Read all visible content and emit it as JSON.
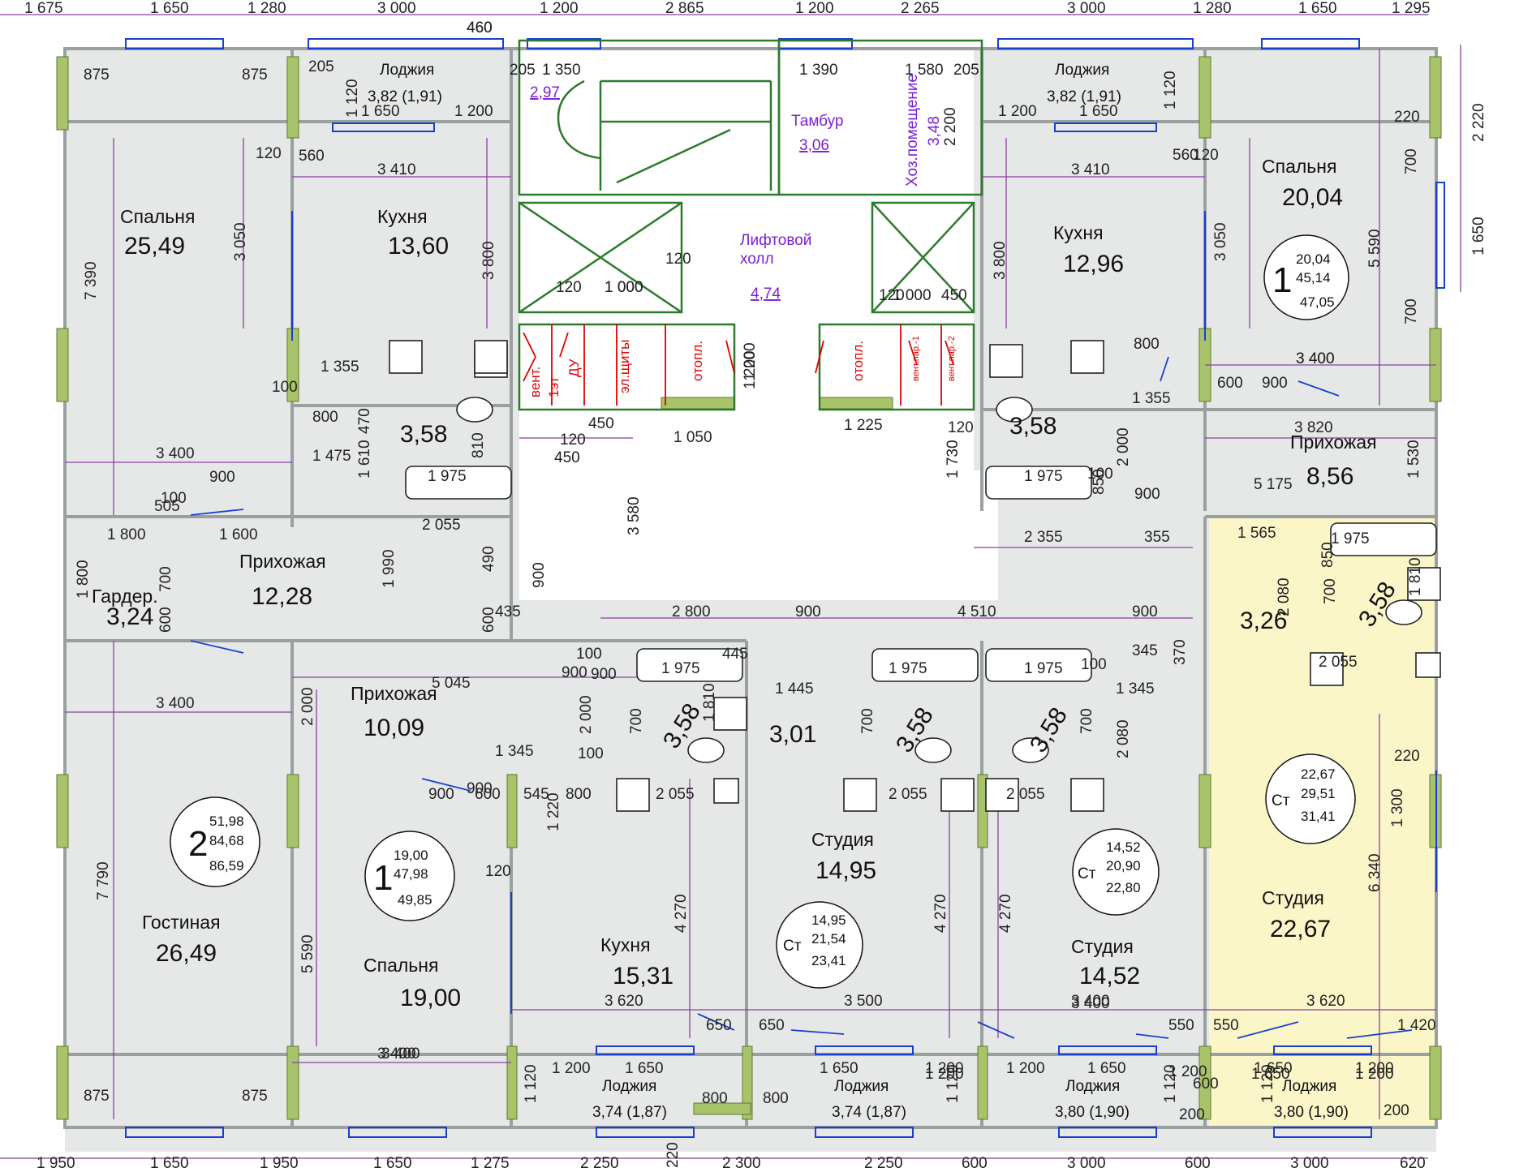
{
  "top_dims": [
    "1 675",
    "1 650",
    "1 280",
    "3 000",
    "460",
    "1 200",
    "2 865",
    "1 200",
    "2 265",
    "3 000",
    "1 280",
    "1 650",
    "1 295"
  ],
  "bottom_dims": [
    "1 950",
    "1 650",
    "1 950",
    "1 650",
    "1 275",
    "2 250",
    "2 300",
    "2 250",
    "600",
    "3 000",
    "600",
    "3 000",
    "620"
  ],
  "right_dims": [
    "2 220",
    "1 650"
  ],
  "rooms": {
    "bedroom_a": {
      "name": "Спальня",
      "area": "25,49"
    },
    "kitchen_a": {
      "name": "Кухня",
      "area": "13,60"
    },
    "loggia_a": {
      "name": "Лоджия",
      "area": "3,82 (1,91)"
    },
    "bath_a": {
      "area": "3,58"
    },
    "hall_a": {
      "name": "Прихожая",
      "area": "12,28"
    },
    "wardrobe": {
      "name": "Гардер.",
      "area": "3,24"
    },
    "hall_b": {
      "name": "Прихожая",
      "area": "10,09"
    },
    "living_b": {
      "name": "Гостиная",
      "area": "26,49"
    },
    "bedroom_b": {
      "name": "Спальня",
      "area": "19,00"
    },
    "kitchen_b": {
      "name": "Кухня",
      "area": "15,31"
    },
    "bath_b": {
      "area": "3,58"
    },
    "loggia_b": {
      "name": "Лоджия",
      "area": "3,74 (1,87)"
    },
    "studio_c": {
      "name": "Студия",
      "area": "14,95"
    },
    "hall_c": {
      "area": "3,01"
    },
    "bath_c": {
      "area": "3,58"
    },
    "loggia_c": {
      "name": "Лоджия",
      "area": "3,74 (1,87)"
    },
    "studio_d": {
      "name": "Студия",
      "area": "14,52"
    },
    "bath_d": {
      "area": "3,58"
    },
    "loggia_d": {
      "name": "Лоджия",
      "area": "3,80 (1,90)"
    },
    "studio_e": {
      "name": "Студия",
      "area": "22,67"
    },
    "hall_e": {
      "area": "3,26"
    },
    "bath_e": {
      "area": "3,58"
    },
    "loggia_e": {
      "name": "Лоджия",
      "area": "3,80 (1,90)"
    },
    "kitchen_f": {
      "name": "Кухня",
      "area": "12,96"
    },
    "bedroom_f": {
      "name": "Спальня",
      "area": "20,04"
    },
    "loggia_f": {
      "name": "Лоджия",
      "area": "3,82 (1,91)"
    },
    "bath_f": {
      "area": "3,58"
    },
    "hall_f": {
      "name": "Прихожая",
      "area": "8,56"
    }
  },
  "core": {
    "stair_area": "2,97",
    "vestibule": "Тамбур",
    "vestibule_area": "3,06",
    "utility": "Хоз.помещение",
    "utility_area": "3,48",
    "lift_hall_1": "Лифтовой",
    "lift_hall_2": "холл",
    "lift_hall_area": "4,74",
    "vent": "вент.",
    "etaj": "1эт",
    "du": "ДУ",
    "el_panel": "эл.щиты",
    "heating_1": "отопл.",
    "heating_2": "отопл.",
    "vent_par_1": "вент.пар.-1",
    "vent_par_2": "вент.пар.-2"
  },
  "tags": [
    {
      "num": "1",
      "a": "20,04",
      "b": "45,14",
      "c": "47,05"
    },
    {
      "num": "2",
      "a": "51,98",
      "b": "84,68",
      "c": "86,59"
    },
    {
      "num": "1",
      "a": "19,00",
      "b": "47,98",
      "c": "49,85"
    },
    {
      "num": "Ст",
      "a": "14,95",
      "b": "21,54",
      "c": "23,41"
    },
    {
      "num": "Ст",
      "a": "14,52",
      "b": "20,90",
      "c": "22,80"
    },
    {
      "num": "Ст",
      "a": "22,67",
      "b": "29,51",
      "c": "31,41"
    }
  ],
  "inner_dims": {
    "d875a": "875",
    "d875b": "875",
    "d875c": "875",
    "d875d": "875",
    "d205a": "205",
    "d1120a": "1 120",
    "d1650a": "1 650",
    "d1200a": "1 200",
    "d120a": "120",
    "d560a": "560",
    "d3410a": "3 410",
    "d3050a": "3 050",
    "d3800a": "3 800",
    "d7390": "7 390",
    "d1355a": "1 355",
    "d100a": "100",
    "d800a": "800",
    "d1475": "1 475",
    "d3400a": "3 400",
    "d900a": "900",
    "d1800a": "1 800",
    "d1600": "1 600",
    "d1800b": "1 800",
    "d700a": "700",
    "d600a": "600",
    "d1990": "1 990",
    "d2055a": "2 055",
    "d1975a": "1 975",
    "d490": "490",
    "d900b": "900",
    "d600b": "600",
    "d435": "435",
    "d3580": "3 580",
    "d2800": "2 800",
    "d900c": "900",
    "d4510": "4 510",
    "d900d": "900",
    "d5045": "5 045",
    "d2000a": "2 000",
    "d1345a": "1 345",
    "d3400b": "3 400",
    "d7790": "7 790",
    "d5590a": "5 590",
    "d3400c": "3 400",
    "d3620a": "3 620",
    "d4270a": "4 270",
    "d3500": "3 500",
    "d4270b": "4 270",
    "d4270c": "4 270",
    "d3400d": "3 400",
    "d3620b": "3 620",
    "d6340": "6 340",
    "d1300": "1 300",
    "d220a": "220",
    "d1420": "1 420",
    "d5175": "5 175",
    "d3820": "3 820",
    "d1530": "1 530",
    "d2355": "2 355",
    "d355": "355",
    "d1565": "1 565",
    "d2080a": "2 080",
    "d5590b": "5 590",
    "d3400e": "3 400",
    "d1390": "1 390",
    "d1580": "1 580",
    "d2200": "2 200",
    "d1000": "1 000",
    "d1050": "1 050",
    "d1225": "1 225",
    "d1200b": "1 200",
    "d1730": "1 730",
    "d2000b": "2 000",
    "d1355b": "1 355",
    "d900e": "900",
    "d1200c": "1 200",
    "d1650b": "1 650",
    "d1200d": "1 200",
    "d1650c": "1 650",
    "d1200e": "1 200",
    "d1650d": "1 650",
    "d1200f": "1 200",
    "d1650e": "1 650",
    "d1200g": "1 200",
    "d650a": "650",
    "d650b": "650",
    "d550a": "550",
    "d550b": "550",
    "d800b": "800",
    "d800c": "800",
    "d200a": "200",
    "d200b": "200",
    "d220b": "220",
    "d1350": "1 350",
    "d460b": "460",
    "d120b": "120",
    "d450a": "450",
    "d120c": "120",
    "d450b": "450",
    "d1445": "1 445",
    "d345a": "345",
    "d1345b": "1 345",
    "d370": "370",
    "d2080b": "2 080",
    "d1975b": "1 975",
    "d1975c": "1 975",
    "d1975d": "1 975",
    "d1975e": "1 975",
    "d2055b": "2 055",
    "d2055c": "2 055",
    "d2055d": "2 055",
    "d2055e": "2 055",
    "d1810a": "1 810",
    "d1220": "1 220",
    "d545": "545",
    "d800d": "800",
    "d3400f": "3 400",
    "d3400g": "3 400",
    "d1200h": "1 200",
    "d1120b": "1 120",
    "d1120c": "1 120",
    "d1120d": "1 120",
    "d1120e": "1 120",
    "d600c": "600",
    "d900f": "900",
    "d100b": "100",
    "d900g": "900",
    "d600d": "600",
    "d100c": "100",
    "d120d": "120",
    "d900h": "900",
    "d700b": "700",
    "d700c": "700",
    "d700d": "700",
    "d2000c": "2 000",
    "d850a": "850",
    "d1975f": "1 975",
    "d1650f": "1 650",
    "d1200i": "1 200",
    "d445": "445",
    "d900i": "900",
    "d100d": "100",
    "d1610": "1 610",
    "d470": "470",
    "d810a": "810",
    "d450c": "450",
    "d120e": "120",
    "d100e": "100",
    "d850b": "850",
    "d220c": "220",
    "d700e": "700",
    "d700f": "700",
    "d700g": "700",
    "d1810b": "1 810",
    "d120f": "120",
    "d505": "505",
    "d100f": "100",
    "d205b": "205",
    "d1120f": "1 120",
    "d3800b": "3 800",
    "d3050b": "3 050",
    "d1200j": "1 200",
    "d1650g": "1 650",
    "d3410b": "3 410",
    "d560b": "560",
    "d120g": "120",
    "d800e": "800",
    "d3400h": "3 400",
    "d600e": "600",
    "d900j": "900",
    "d205c": "205",
    "d120h": "120",
    "d1000b": "1 000",
    "d1200k": "1 200",
    "d1000c": "1 000"
  }
}
